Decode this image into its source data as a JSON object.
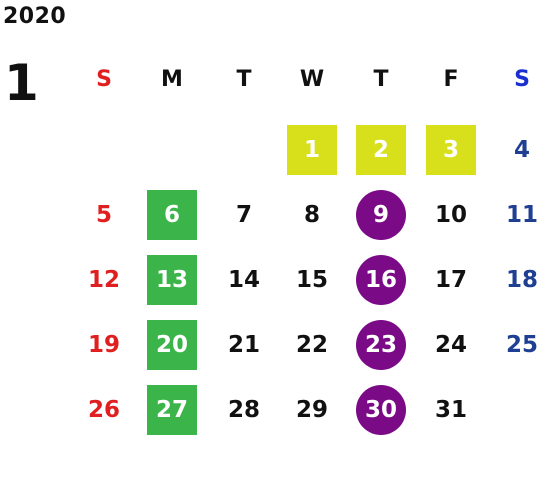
{
  "calendar": {
    "year": "2020",
    "month": "1",
    "weekdays": [
      "S",
      "M",
      "T",
      "W",
      "T",
      "F",
      "S"
    ],
    "weeks": [
      [
        "",
        "",
        "",
        "1",
        "2",
        "3",
        "4"
      ],
      [
        "5",
        "6",
        "7",
        "8",
        "9",
        "10",
        "11"
      ],
      [
        "12",
        "13",
        "14",
        "15",
        "16",
        "17",
        "18"
      ],
      [
        "19",
        "20",
        "21",
        "22",
        "23",
        "24",
        "25"
      ],
      [
        "26",
        "27",
        "28",
        "29",
        "30",
        "31",
        ""
      ]
    ],
    "highlights": {
      "yellow_square": [
        "1",
        "2",
        "3"
      ],
      "green_square": [
        "6",
        "13",
        "20",
        "27"
      ],
      "purple_circle": [
        "9",
        "16",
        "23",
        "30"
      ]
    }
  },
  "colors": {
    "sunday": "#e02020",
    "saturday_day": "#1f3f93",
    "saturday_header": "#1a2fd0",
    "yellow": "#d8e01c",
    "green": "#3bb54a",
    "purple": "#7a0a86",
    "text": "#111111"
  }
}
